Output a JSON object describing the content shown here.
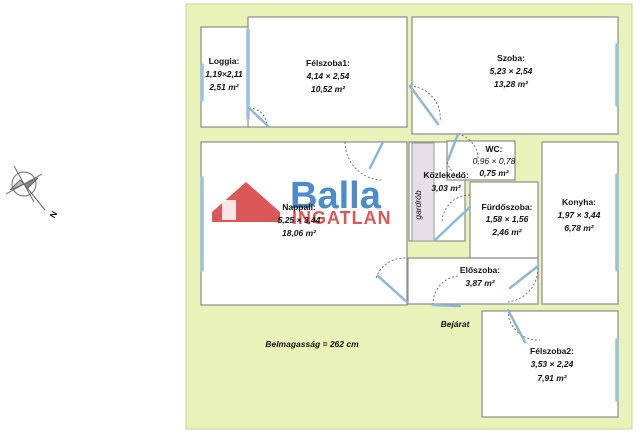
{
  "rooms": {
    "loggia": {
      "name": "Loggia:",
      "dims": "1,19×2,11",
      "area": "2,51 m²"
    },
    "felszoba1": {
      "name": "Félszoba1:",
      "dims": "4,14 × 2,54",
      "area": "10,52 m²"
    },
    "szoba": {
      "name": "Szoba:",
      "dims": "5,23 × 2,54",
      "area": "13,28 m²"
    },
    "wc": {
      "name": "WC:",
      "dims": "0,96 × 0,78",
      "area": "0,75 m²"
    },
    "kozlekedo": {
      "name": "Közlekedő:",
      "dims": "",
      "area": "3,03 m²"
    },
    "nappali": {
      "name": "Nappali:",
      "dims": "5,25 × 3,44",
      "area": "18,06 m²"
    },
    "furdo": {
      "name": "Fürdőszoba:",
      "dims": "1,58 × 1,56",
      "area": "2,46 m²"
    },
    "konyha": {
      "name": "Konyha:",
      "dims": "1,97 × 3,44",
      "area": "6,78 m²"
    },
    "eloszoba": {
      "name": "Előszoba:",
      "dims": "",
      "area": "3,87 m²"
    },
    "felszoba2": {
      "name": "Félszoba2:",
      "dims": "3,53 × 2,24",
      "area": "7,91 m²"
    }
  },
  "labels": {
    "gardrob": "gardrób",
    "entrance": "Bejárat",
    "ceiling": "Belmagasság = 262 cm",
    "compass_n": "N"
  },
  "watermark": {
    "line1": "Balla",
    "line2": "INGATLAN"
  },
  "colors": {
    "floor": "#e9f2b8",
    "room": "#ffffff",
    "wall": "#9a9a9a",
    "window": "#9bc1de",
    "watermark_red": "#d63a3a",
    "watermark_blue": "#2f79c2"
  }
}
